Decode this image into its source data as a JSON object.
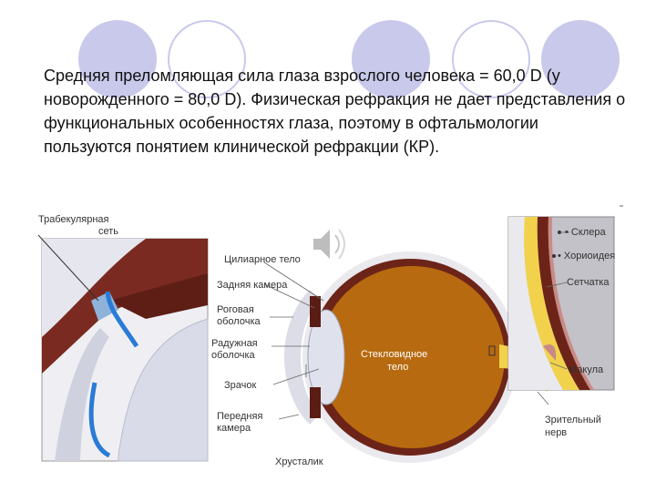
{
  "slide": {
    "text": "Средняя  преломляющая сила глаза взрослого человека = 60,0 D (у новорожденного =  80,0 D).  Физическая рефракция  не  дает представления  о функциональных особенностях глаза, поэтому в офтальмологии пользуются понятием клинической рефракции (КР)."
  },
  "figure": {
    "labels": {
      "trabecular": "Трабекулярная сеть",
      "ciliary": "Цилиарное тело",
      "posterior_chamber": "Задняя камера",
      "cornea": "Роговая оболочка",
      "iris": "Радужная оболочка",
      "pupil": "Зрачок",
      "anterior_chamber": "Передняя камера",
      "lens": "Хрусталик",
      "vitreous": "Стекловидное тело",
      "optic_nerve": "Зрительный нерв",
      "sclera": "Склера",
      "choroid": "Хориоидея",
      "retina": "Сетчатка",
      "macula": "Макула"
    }
  },
  "colors": {
    "accent": "#c9c9ec",
    "vitreous": "#b86a10",
    "tissue": "#7a2a20",
    "lens": "#dfe2ec",
    "sclera_yellow": "#f2d24c"
  },
  "icons": {
    "speaker": "speaker-icon"
  }
}
